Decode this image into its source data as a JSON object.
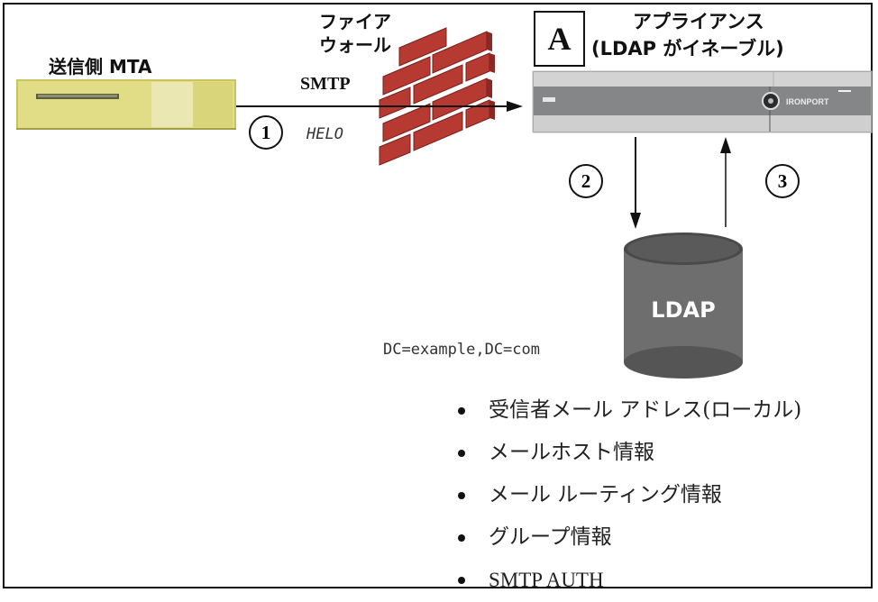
{
  "sender": {
    "label": "送信側 MTA"
  },
  "firewall": {
    "label_line1": "ファイア",
    "label_line2": "ウォール"
  },
  "protocol": {
    "label": "SMTP",
    "command": "HELO"
  },
  "appliance": {
    "badge": "A",
    "title_line1": "アプライアンス",
    "title_line2": "(LDAP がイネーブル)",
    "brand": "IRONPORT"
  },
  "steps": [
    "1",
    "2",
    "3"
  ],
  "ldap": {
    "label": "LDAP",
    "dn": "DC=example,DC=com"
  },
  "ldap_items": [
    "受信者メール アドレス(ローカル)",
    "メールホスト情報",
    "メール ルーティング情報",
    "グループ情報",
    "SMTP AUTH"
  ]
}
